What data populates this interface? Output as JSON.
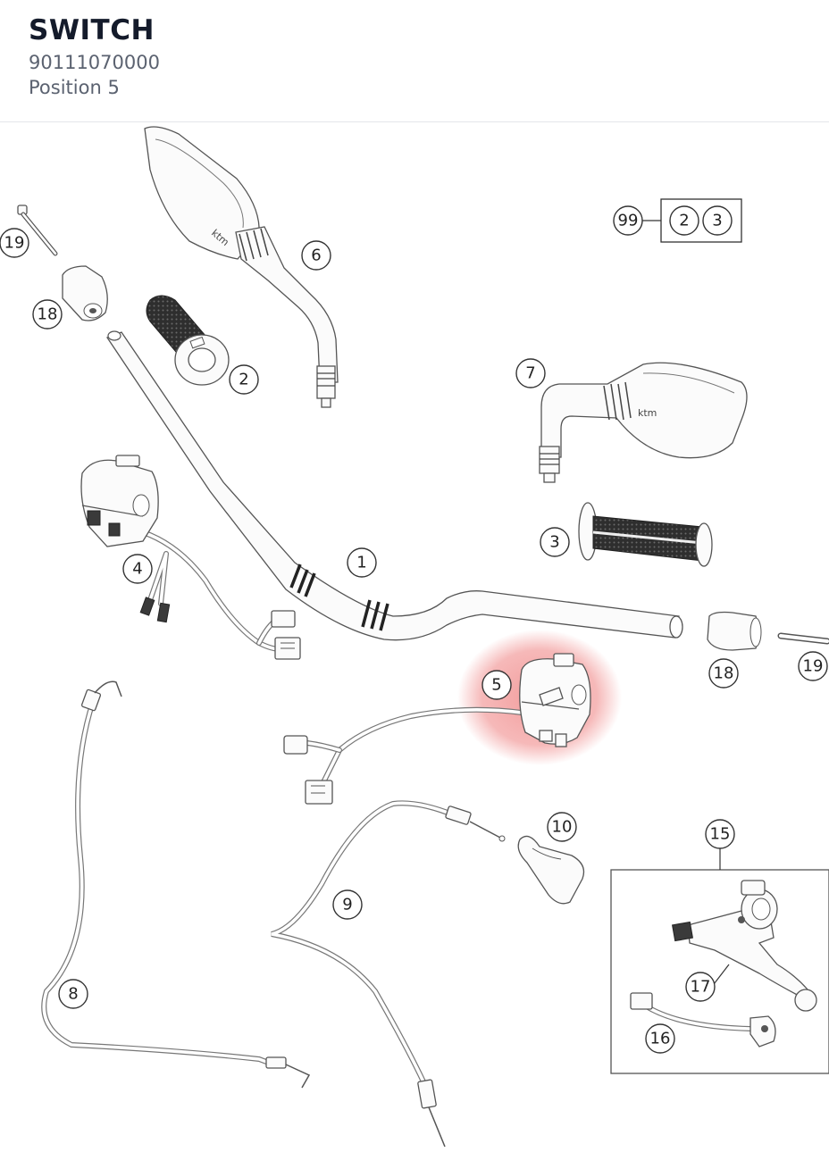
{
  "header": {
    "title": "SWITCH",
    "part_number": "90111070000",
    "position": "Position 5"
  },
  "highlight_color": "#f08a8a",
  "callouts": [
    {
      "id": "c1",
      "label": "1"
    },
    {
      "id": "c2",
      "label": "2"
    },
    {
      "id": "c3",
      "label": "3"
    },
    {
      "id": "c4",
      "label": "4"
    },
    {
      "id": "c5",
      "label": "5"
    },
    {
      "id": "c6",
      "label": "6"
    },
    {
      "id": "c7",
      "label": "7"
    },
    {
      "id": "c8",
      "label": "8"
    },
    {
      "id": "c9",
      "label": "9"
    },
    {
      "id": "c10",
      "label": "10"
    },
    {
      "id": "c15",
      "label": "15"
    },
    {
      "id": "c16",
      "label": "16"
    },
    {
      "id": "c17",
      "label": "17"
    },
    {
      "id": "c18a",
      "label": "18"
    },
    {
      "id": "c18b",
      "label": "18"
    },
    {
      "id": "c19a",
      "label": "19"
    },
    {
      "id": "c19b",
      "label": "19"
    },
    {
      "id": "c99",
      "label": "99"
    },
    {
      "id": "c99-2",
      "label": "2"
    },
    {
      "id": "c99-3",
      "label": "3"
    }
  ]
}
